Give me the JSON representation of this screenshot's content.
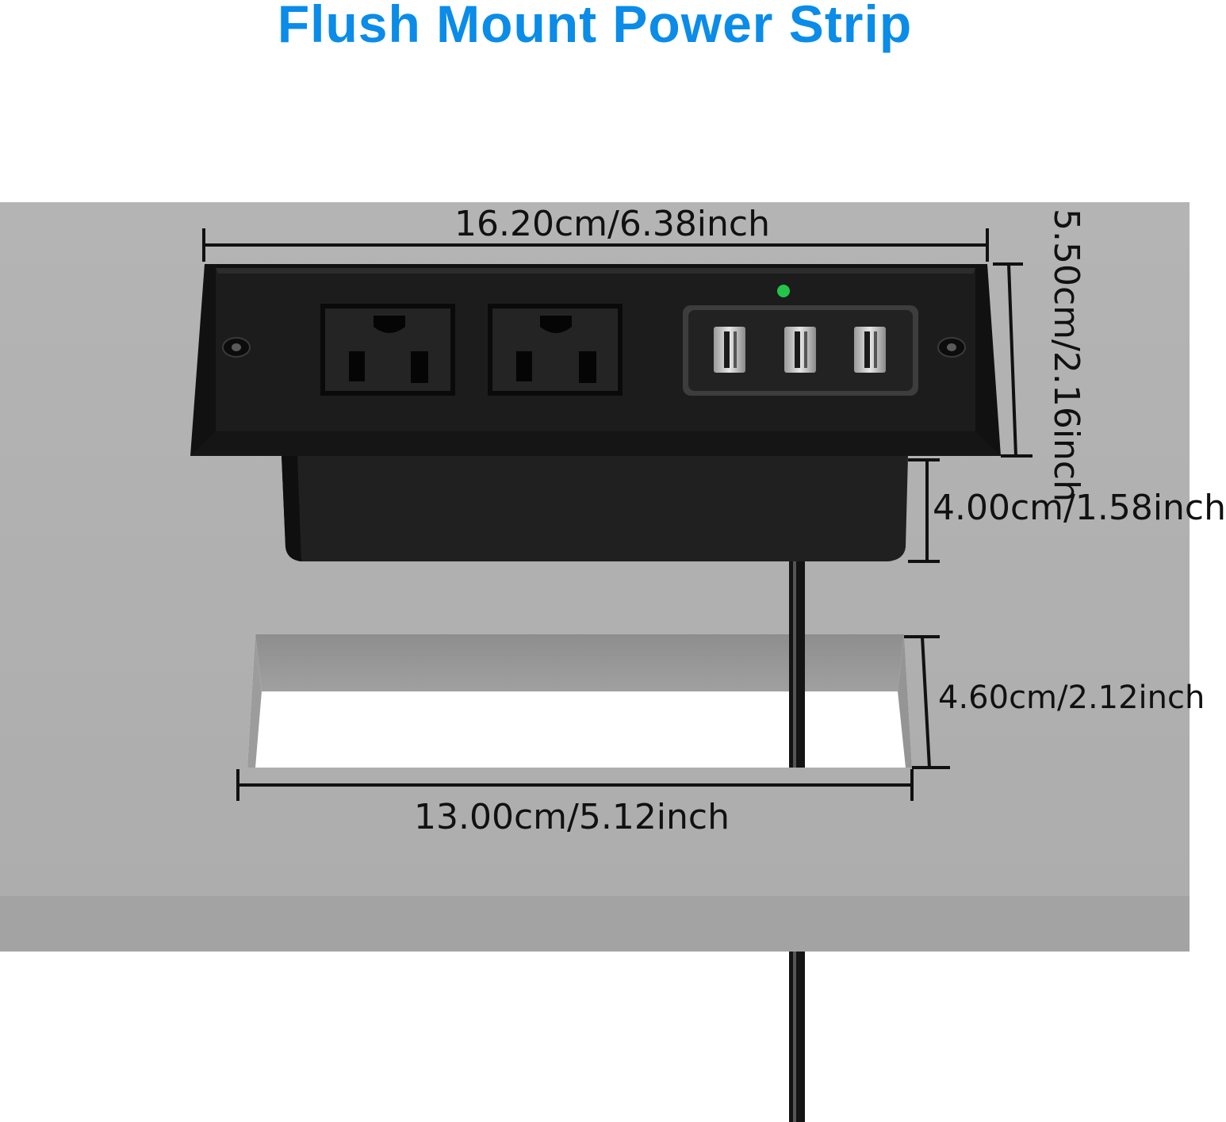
{
  "title": "Flush Mount Power Strip",
  "colors": {
    "title": "#0a8ce8",
    "desk_top": "#b0b0b0",
    "desk_edge": "#a3a3a3",
    "strip_body": "#1c1c1c",
    "indicator_led": "#22c44a"
  },
  "dimensions": {
    "overall_width": "16.20cm/6.38inch",
    "overall_height": "5.50cm/2.16inch",
    "box_depth": "4.00cm/1.58inch",
    "cutout_height": "4.60cm/2.12inch",
    "cutout_width": "13.00cm/5.12inch"
  }
}
